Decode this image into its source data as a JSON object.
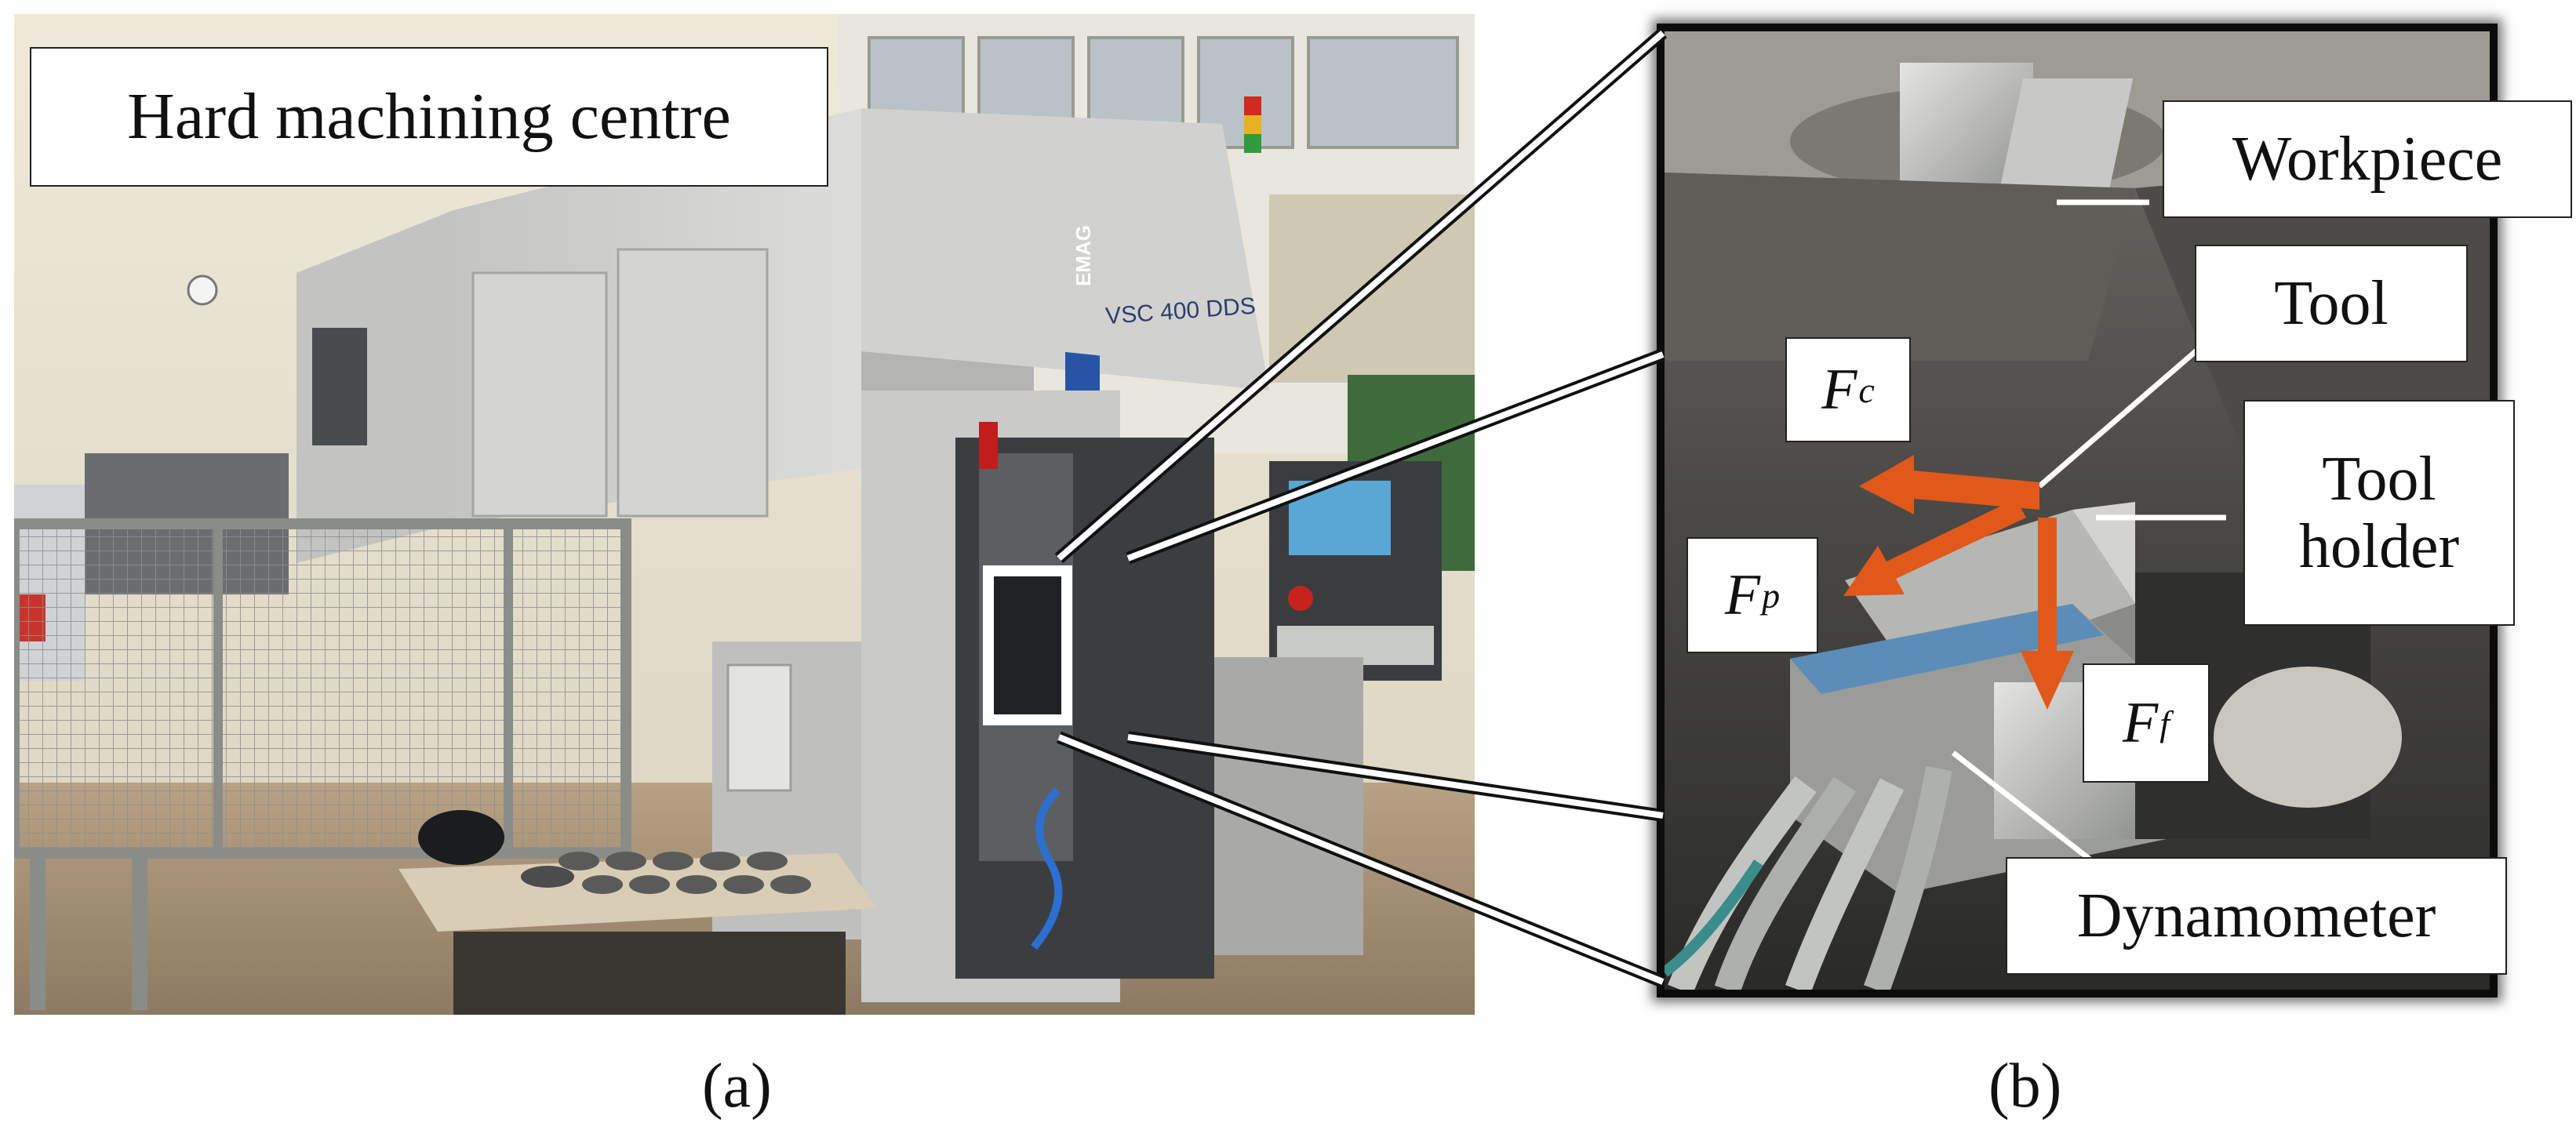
{
  "labels": {
    "machine": "Hard machining centre",
    "workpiece": "Workpiece",
    "tool": "Tool",
    "tool_holder": "Tool holder",
    "dynamometer": "Dynamometer"
  },
  "forces": {
    "fc": {
      "base": "F",
      "sub": "c"
    },
    "fp": {
      "base": "F",
      "sub": "p"
    },
    "ff": {
      "base": "F",
      "sub": "f"
    }
  },
  "machine_brand": {
    "logo": "EMAG",
    "model": "VSC 400 DDS"
  },
  "captions": {
    "a": "(a)",
    "b": "(b)"
  },
  "colors": {
    "force_arrow": "#e0581a",
    "machine_body": "#cdcecb",
    "cage": "#9a9c98",
    "callout_line": "#ffffff"
  }
}
